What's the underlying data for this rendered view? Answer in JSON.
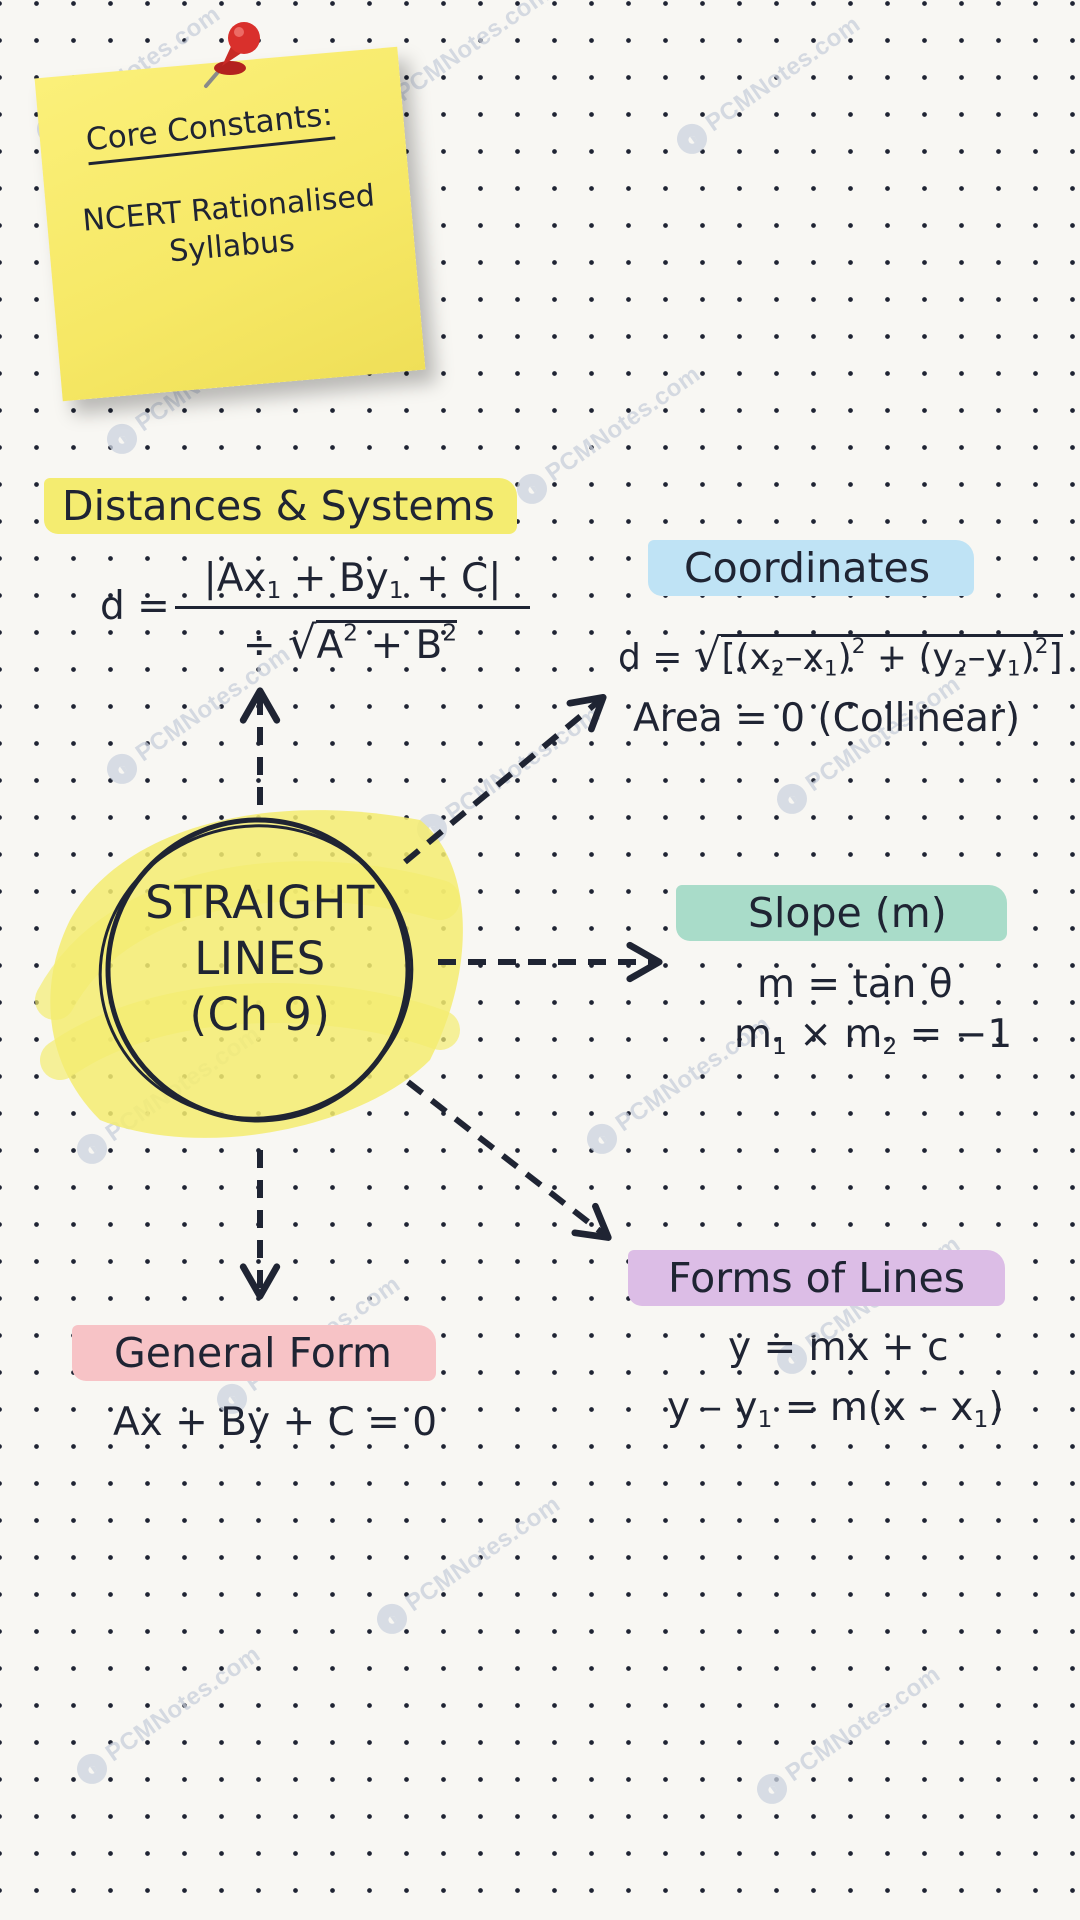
{
  "colors": {
    "ink": "#1f2433",
    "sticky": "#f6e865",
    "highlight_yellow": "#f4ec70",
    "highlight_blue": "#bfe3f5",
    "highlight_green": "#a9dcc9",
    "highlight_purple": "#dcbde6",
    "highlight_pink": "#f7c3c6",
    "pin_red": "#d9302c"
  },
  "sticky_note": {
    "title": "Core Constants:",
    "subtitle_line1": "NCERT Rationalised",
    "subtitle_line2": "Syllabus",
    "pin_icon": "push-pin-icon"
  },
  "center": {
    "line1": "STRAIGHT",
    "line2": "LINES",
    "line3": "(Ch 9)"
  },
  "nodes": {
    "distances": {
      "heading": "Distances & Systems",
      "lhs": "d =",
      "num_a": "|Ax",
      "num_b": " + By",
      "num_c": " + C|",
      "den_a": "÷ ",
      "den_b": "A",
      "den_c": " + B",
      "sub1": "1",
      "sup2": "2"
    },
    "coordinates": {
      "heading": "Coordinates",
      "f1_a": "d = ",
      "f1_b": "[(x",
      "f1_c": "–x",
      "f1_d": ")",
      "f1_e": " + (y",
      "f1_f": "–y",
      "f1_g": ")",
      "f1_h": "]",
      "sub1": "1",
      "sub2": "2",
      "sup2": "2",
      "f2": "Area = 0 (Collinear)"
    },
    "slope": {
      "heading": "Slope (m)",
      "f1": "m = tan θ",
      "f2_a": "m",
      "f2_b": " × m",
      "f2_c": " = −1",
      "sub1": "1",
      "sub2": "2"
    },
    "forms": {
      "heading": "Forms of Lines",
      "f1": "y = mx + c",
      "f2_a": "y – y",
      "f2_b": " = m(x – x",
      "f2_c": ")",
      "sub1": "1"
    },
    "general": {
      "heading": "General Form",
      "f1": "Ax + By + C = 0"
    }
  },
  "watermark": "PCMNotes.com"
}
